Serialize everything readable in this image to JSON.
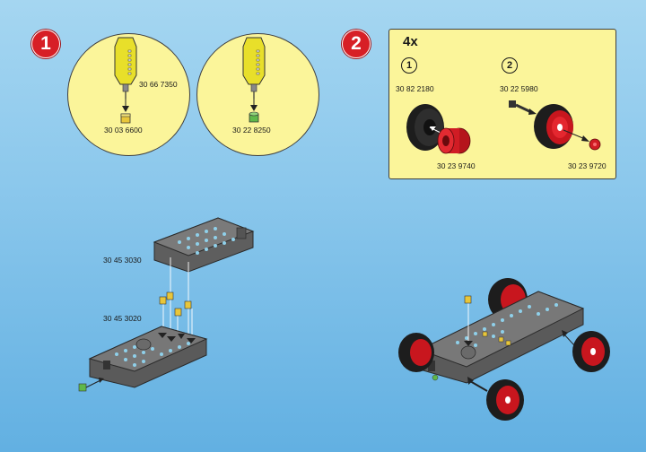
{
  "steps": [
    {
      "number": "1"
    },
    {
      "number": "2"
    }
  ],
  "step1": {
    "left": {
      "tool_part": "30 66 7350",
      "bit_part": "30 03 6600"
    },
    "right": {
      "bit_part": "30 22 8250"
    }
  },
  "step2": {
    "count": "4x",
    "sub1": {
      "number": "1",
      "tire_part": "30 82 2180",
      "hub_part": "30 23 9740"
    },
    "sub2": {
      "number": "2",
      "axle_part": "30 22 5980",
      "cap_part": "30 23 9720"
    }
  },
  "assembly": {
    "top_plate_part": "30 45 3030",
    "bottom_plate_part": "30 45 3020"
  },
  "colors": {
    "badge": "#d71f26",
    "panel": "#fbf59a",
    "chassis": "#6a6a6a",
    "wheel_hub": "#d01c24",
    "screwdriver": "#e8df2a",
    "bit_green": "#5fb84a"
  }
}
